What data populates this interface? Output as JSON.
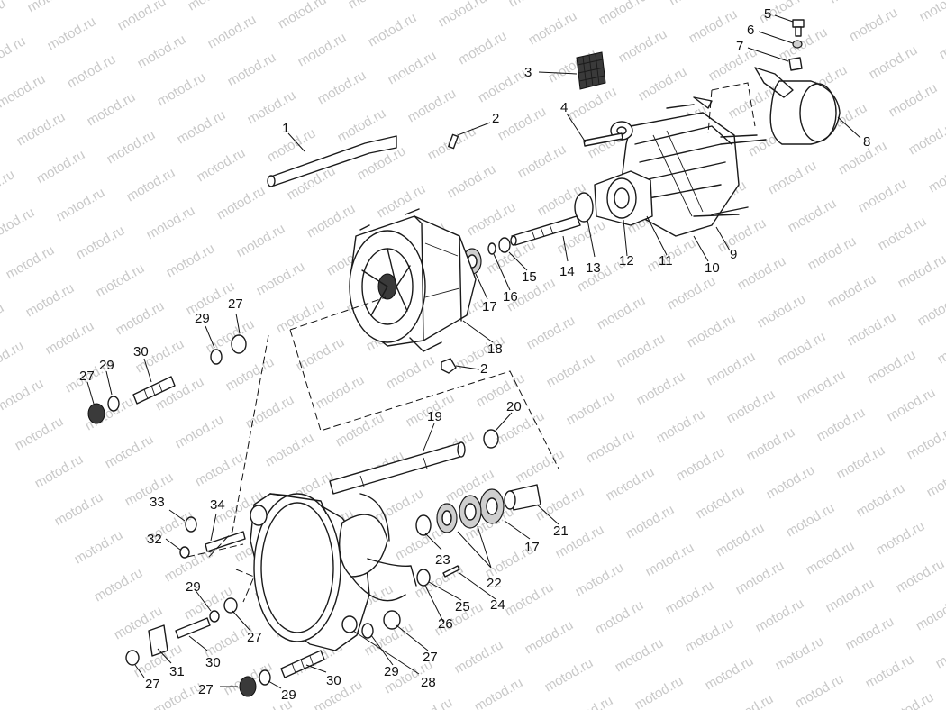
{
  "watermark": {
    "text": "motod.ru"
  },
  "callouts": [
    {
      "id": "c1",
      "label": "1"
    },
    {
      "id": "c2a",
      "label": "2"
    },
    {
      "id": "c2b",
      "label": "2"
    },
    {
      "id": "c3",
      "label": "3"
    },
    {
      "id": "c4",
      "label": "4"
    },
    {
      "id": "c5",
      "label": "5"
    },
    {
      "id": "c6",
      "label": "6"
    },
    {
      "id": "c7",
      "label": "7"
    },
    {
      "id": "c8",
      "label": "8"
    },
    {
      "id": "c9",
      "label": "9"
    },
    {
      "id": "c10",
      "label": "10"
    },
    {
      "id": "c11",
      "label": "11"
    },
    {
      "id": "c12",
      "label": "12"
    },
    {
      "id": "c13",
      "label": "13"
    },
    {
      "id": "c14",
      "label": "14"
    },
    {
      "id": "c15",
      "label": "15"
    },
    {
      "id": "c16",
      "label": "16"
    },
    {
      "id": "c17a",
      "label": "17"
    },
    {
      "id": "c17b",
      "label": "17"
    },
    {
      "id": "c18",
      "label": "18"
    },
    {
      "id": "c19",
      "label": "19"
    },
    {
      "id": "c20",
      "label": "20"
    },
    {
      "id": "c21",
      "label": "21"
    },
    {
      "id": "c22",
      "label": "22"
    },
    {
      "id": "c23",
      "label": "23"
    },
    {
      "id": "c24",
      "label": "24"
    },
    {
      "id": "c25",
      "label": "25"
    },
    {
      "id": "c26",
      "label": "26"
    },
    {
      "id": "c27a",
      "label": "27"
    },
    {
      "id": "c27b",
      "label": "27"
    },
    {
      "id": "c27c",
      "label": "27"
    },
    {
      "id": "c27d",
      "label": "27"
    },
    {
      "id": "c27e",
      "label": "27"
    },
    {
      "id": "c27f",
      "label": "27"
    },
    {
      "id": "c28",
      "label": "28"
    },
    {
      "id": "c29a",
      "label": "29"
    },
    {
      "id": "c29b",
      "label": "29"
    },
    {
      "id": "c29c",
      "label": "29"
    },
    {
      "id": "c29d",
      "label": "29"
    },
    {
      "id": "c29e",
      "label": "29"
    },
    {
      "id": "c30a",
      "label": "30"
    },
    {
      "id": "c30b",
      "label": "30"
    },
    {
      "id": "c30c",
      "label": "30"
    },
    {
      "id": "c31",
      "label": "31"
    },
    {
      "id": "c32",
      "label": "32"
    },
    {
      "id": "c33",
      "label": "33"
    },
    {
      "id": "c34",
      "label": "34"
    }
  ]
}
